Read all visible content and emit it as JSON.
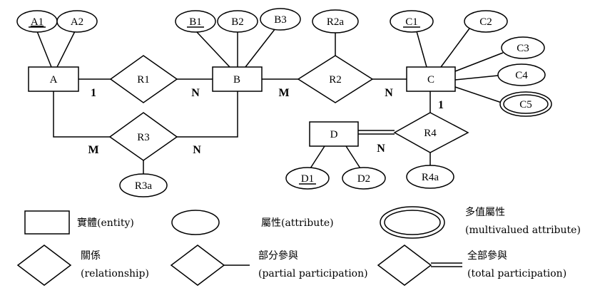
{
  "diagram": {
    "entities": [
      {
        "id": "A",
        "label": "A"
      },
      {
        "id": "B",
        "label": "B"
      },
      {
        "id": "C",
        "label": "C"
      },
      {
        "id": "D",
        "label": "D",
        "weak": true
      }
    ],
    "attributes": [
      {
        "id": "A1",
        "label": "A1",
        "key": true
      },
      {
        "id": "A2",
        "label": "A2"
      },
      {
        "id": "B1",
        "label": "B1",
        "key": true
      },
      {
        "id": "B2",
        "label": "B2"
      },
      {
        "id": "B3",
        "label": "B3"
      },
      {
        "id": "R2a",
        "label": "R2a"
      },
      {
        "id": "C1",
        "label": "C1",
        "key": true
      },
      {
        "id": "C2",
        "label": "C2"
      },
      {
        "id": "C3",
        "label": "C3"
      },
      {
        "id": "C4",
        "label": "C4"
      },
      {
        "id": "C5",
        "label": "C5",
        "multivalued": true
      },
      {
        "id": "R3a",
        "label": "R3a"
      },
      {
        "id": "D1",
        "label": "D1",
        "key": true
      },
      {
        "id": "D2",
        "label": "D2"
      },
      {
        "id": "R4a",
        "label": "R4a"
      }
    ],
    "relationships": [
      {
        "id": "R1",
        "label": "R1"
      },
      {
        "id": "R2",
        "label": "R2"
      },
      {
        "id": "R3",
        "label": "R3"
      },
      {
        "id": "R4",
        "label": "R4"
      }
    ],
    "cardinalities": {
      "A_R1": "1",
      "R1_B": "N",
      "B_R2": "M",
      "R2_C": "N",
      "A_R3": "M",
      "R3_B": "N",
      "C_R4": "1",
      "R4_D": "N"
    }
  },
  "legend": {
    "entity": "實體(entity)",
    "attribute": "屬性(attribute)",
    "multivalued_line1": "多值屬性",
    "multivalued_line2": "(multivalued attribute)",
    "relationship_line1": "關係",
    "relationship_line2": "(relationship)",
    "partial_line1": "部分參與",
    "partial_line2": "(partial participation)",
    "total_line1": "全部參與",
    "total_line2": "(total participation)"
  }
}
